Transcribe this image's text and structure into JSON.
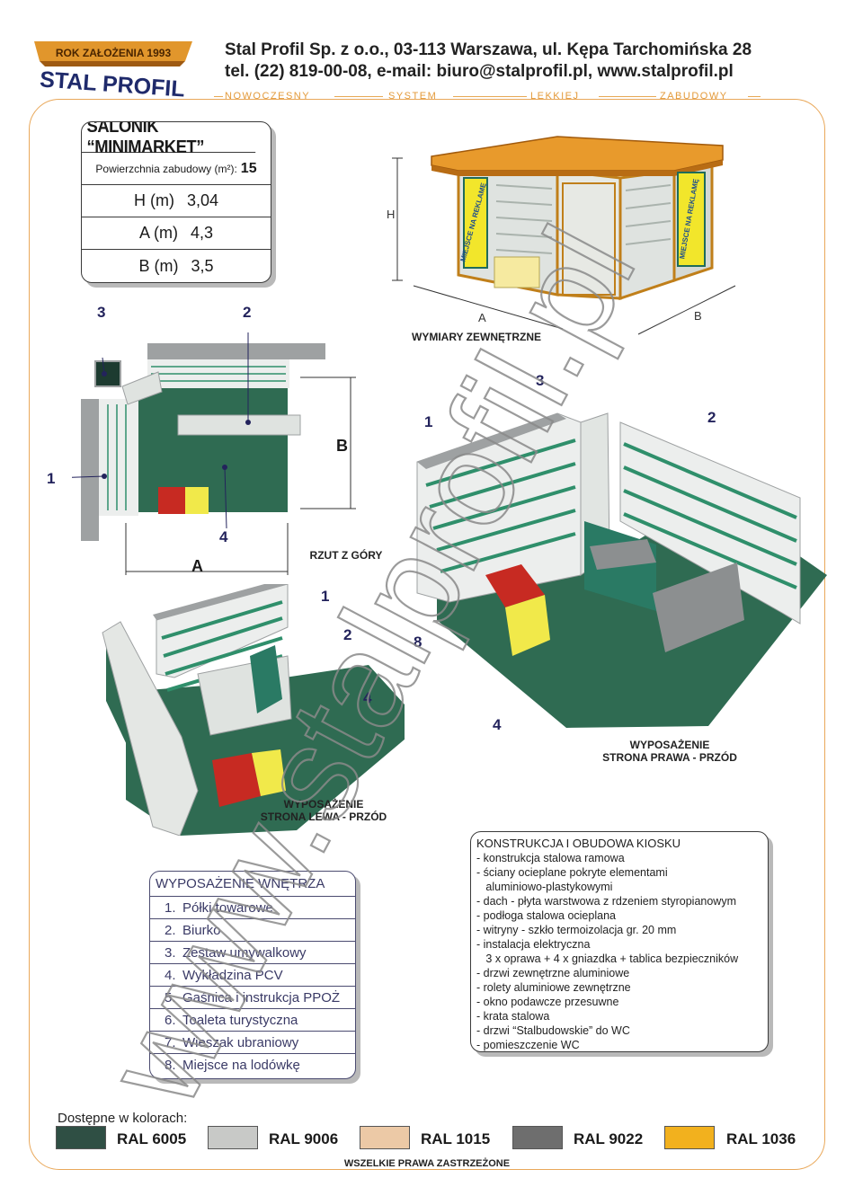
{
  "logo": {
    "est": "ROK ZAŁOŻENIA 1993",
    "name": "STAL PROFIL"
  },
  "company": {
    "line1": "Stal Profil Sp. z o.o., 03-113 Warszawa, ul. Kępa Tarchomińska 28",
    "line2": "tel. (22) 819-00-08,  e-mail: biuro@stalprofil.pl,  www.stalprofil.pl"
  },
  "slogan": [
    "NOWOCZESNY",
    "SYSTEM",
    "LEKKIEJ",
    "ZABUDOWY"
  ],
  "spec": {
    "title": "SALONIK “MINIMARKET”",
    "area_label": "Powierzchnia zabudowy (m²):",
    "area_value": "15",
    "rows": [
      {
        "label": "H (m)",
        "value": "3,04"
      },
      {
        "label": "A (m)",
        "value": "4,3"
      },
      {
        "label": "B (m)",
        "value": "3,5"
      }
    ]
  },
  "views": {
    "external": {
      "caption": "WYMIARY ZEWNĘTRZNE",
      "dim_h": "H",
      "dim_a": "A",
      "dim_b": "B",
      "ad_text_1": "MIEJSCE NA REKLAMĘ",
      "ad_text_2": "MIEJSCE NA REKLAMĘ"
    },
    "top": {
      "caption": "RZUT Z GÓRY",
      "dim_a": "A",
      "dim_b": "B",
      "callouts": [
        "3",
        "2",
        "1",
        "4"
      ]
    },
    "right": {
      "caption_1": "WYPOSAŻENIE",
      "caption_2": "STRONA PRAWA - PRZÓD",
      "callouts": [
        "3",
        "1",
        "2",
        "8",
        "4"
      ]
    },
    "left": {
      "caption_1": "WYPOSAŻENIE",
      "caption_2": "STRONA LEWA - PRZÓD",
      "callouts": [
        "1",
        "2",
        "4"
      ]
    }
  },
  "equipment": {
    "title": "WYPOSAŻENIE WNĘTRZA",
    "items": [
      {
        "n": "1.",
        "label": "Półki towarowe"
      },
      {
        "n": "2.",
        "label": "Biurko"
      },
      {
        "n": "3.",
        "label": "Zestaw umywalkowy"
      },
      {
        "n": "4.",
        "label": "Wykładzina PCV"
      },
      {
        "n": "5.",
        "label": "Gaśnica i instrukcja PPOŻ"
      },
      {
        "n": "6.",
        "label": "Toaleta turystyczna"
      },
      {
        "n": "7.",
        "label": "Wieszak ubraniowy"
      },
      {
        "n": "8.",
        "label": "Miejsce na lodówkę"
      }
    ]
  },
  "construction": {
    "title": "KONSTRUKCJA I OBUDOWA KIOSKU",
    "lines": [
      "- konstrukcja stalowa ramowa",
      "- ściany ocieplane pokryte elementami",
      "   aluminiowo-plastykowymi",
      "- dach - płyta warstwowa z rdzeniem styropianowym",
      "- podłoga stalowa ocieplana",
      "- witryny - szkło termoizolacja gr. 20 mm",
      "- instalacja elektryczna",
      "   3 x oprawa + 4 x gniazdka + tablica bezpieczników",
      "- drzwi zewnętrzne aluminiowe",
      "- rolety aluminiowe zewnętrzne",
      "- okno podawcze przesuwne",
      "- krata stalowa",
      "- drzwi “Stalbudowskie” do WC",
      "- pomieszczenie WC"
    ]
  },
  "colors": {
    "label": "Dostępne w kolorach:",
    "items": [
      {
        "name": "RAL 6005",
        "hex": "#2f4f44"
      },
      {
        "name": "RAL 9006",
        "hex": "#c8c9c7"
      },
      {
        "name": "RAL 1015",
        "hex": "#ecc9a6"
      },
      {
        "name": "RAL 9022",
        "hex": "#6e6e6e"
      },
      {
        "name": "RAL 1036",
        "hex": "#f2b11e"
      }
    ]
  },
  "footer": "WSZELKIE PRAWA ZASTRZEŻONE",
  "watermark": "www.stalprofil.pl"
}
